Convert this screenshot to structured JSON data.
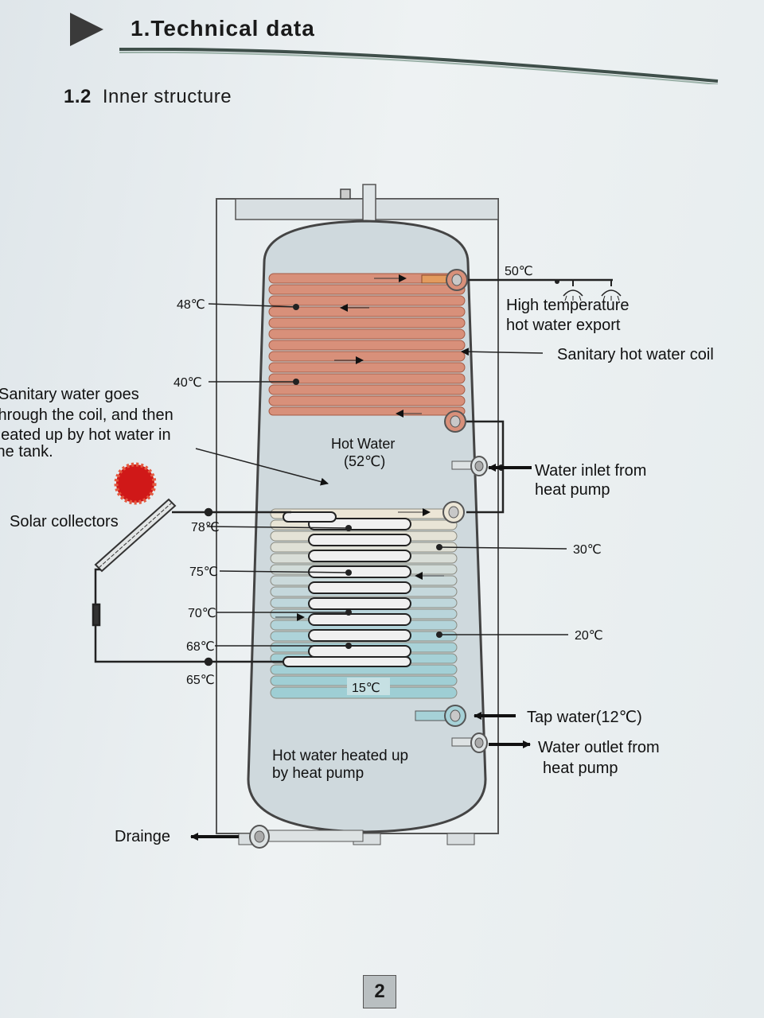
{
  "header": {
    "title": "1.Technical data",
    "section_number": "1.2",
    "section_title": "Inner structure"
  },
  "page_number": "2",
  "labels": {
    "temp_50": "50℃",
    "high_temp_line1": "High temperature",
    "high_temp_line2": "hot water export",
    "sanitary_coil": "Sanitary hot water coil",
    "temp_48": "48℃",
    "temp_40": "40℃",
    "note_line1": "Sanitary water goes",
    "note_line2": "through the coil, and then",
    "note_line3": "heated up by hot water in",
    "note_line4": "the tank.",
    "hot_water": "Hot Water",
    "hot_water_temp": "(52℃)",
    "inlet_line1": "Water inlet from",
    "inlet_line2": "heat pump",
    "solar_collectors": "Solar collectors",
    "temp_78": "78℃",
    "temp_75": "75℃",
    "temp_70": "70℃",
    "temp_68": "68℃",
    "temp_65": "65℃",
    "temp_30": "30℃",
    "temp_20": "20℃",
    "temp_15": "15℃",
    "tap_water": "Tap water(12℃)",
    "outlet_line1": "Water outlet from",
    "outlet_line2": "heat pump",
    "heated_line1": "Hot water heated up",
    "heated_line2": "by heat pump",
    "drainage": "Drainge"
  },
  "colors": {
    "copper_coil": "#d8907a",
    "copper_dark": "#a55a44",
    "solar_coil_top": "#e7e2d2",
    "solar_coil_bottom": "#a9d3d8",
    "sun": "#d01818",
    "tank_fill": "#c9d4d9"
  }
}
